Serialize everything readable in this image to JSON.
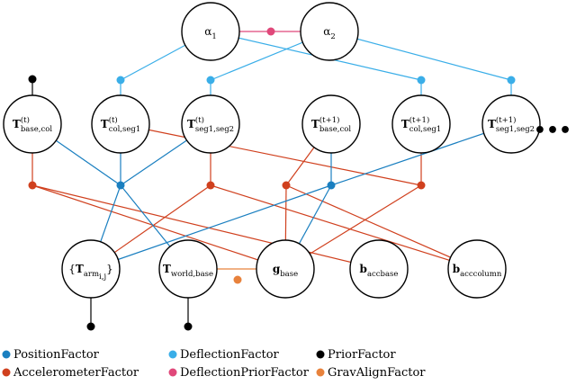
{
  "colors": {
    "position": "#1a7fc0",
    "deflection": "#3aaee8",
    "prior": "#000000",
    "accelerometer": "#d0401e",
    "deflection_prior": "#e0487a",
    "grav_align": "#e8823c"
  },
  "nodes": {
    "alpha1": {
      "main": "α",
      "sub": "1"
    },
    "alpha2": {
      "main": "α",
      "sub": "2"
    },
    "t_base_col_t": {
      "main": "T",
      "sup": "(t)",
      "sub": "base,col"
    },
    "t_col_seg1_t": {
      "main": "T",
      "sup": "(t)",
      "sub": "col,seg1"
    },
    "t_seg1_seg2_t": {
      "main": "T",
      "sup": "(t)",
      "sub": "seg1,seg2"
    },
    "t_base_col_t1": {
      "main": "T",
      "sup": "(t+1)",
      "sub": "base,col"
    },
    "t_col_seg1_t1": {
      "main": "T",
      "sup": "(t+1)",
      "sub": "col,seg1"
    },
    "t_seg1_seg2_t1": {
      "main": "T",
      "sup": "(t+1)",
      "sub": "seg1,seg2"
    },
    "t_arm": {
      "open": "{",
      "main": "T",
      "sub": "arm",
      "subsub": "i,j",
      "close": "}"
    },
    "t_world_base": {
      "main": "T",
      "sub": "world,base"
    },
    "g_base": {
      "main": "g",
      "sub": "base"
    },
    "b_accbase": {
      "main": "b",
      "sub": "accbase"
    },
    "b_acccolumn": {
      "main": "b",
      "sub": "acccolumn"
    }
  },
  "ellipsis": "•••",
  "legend": [
    {
      "label": "PositionFactor",
      "color_key": "position"
    },
    {
      "label": "DeflectionFactor",
      "color_key": "deflection"
    },
    {
      "label": "PriorFactor",
      "color_key": "prior"
    },
    {
      "label": "AccelerometerFactor",
      "color_key": "accelerometer"
    },
    {
      "label": "DeflectionPriorFactor",
      "color_key": "deflection_prior"
    },
    {
      "label": "GravAlignFactor",
      "color_key": "grav_align"
    }
  ]
}
